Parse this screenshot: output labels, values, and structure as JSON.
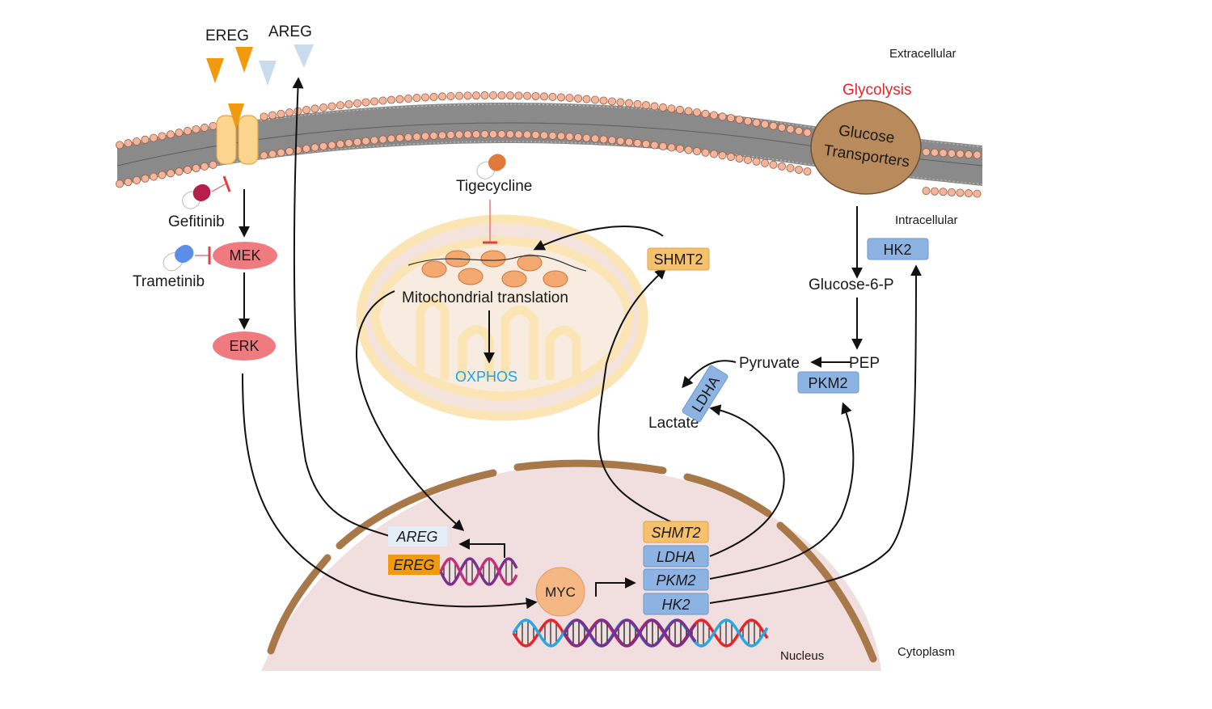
{
  "regions": {
    "extracellular": "Extracellular",
    "intracellular": "Intracellular",
    "cytoplasm": "Cytoplasm",
    "nucleus": "Nucleus"
  },
  "ligands": {
    "ereg": "EREG",
    "areg": "AREG"
  },
  "drugs": {
    "gefitinib": "Gefitinib",
    "trametinib": "Trametinib",
    "tigecycline": "Tigecycline"
  },
  "kinases": {
    "mek": "MEK",
    "erk": "ERK"
  },
  "mitochondrion": {
    "translation": "Mitochondrial translation",
    "oxphos": "OXPHOS"
  },
  "glycolysis": {
    "title": "Glycolysis",
    "transporter_line1": "Glucose",
    "transporter_line2": "Transporters",
    "hk2": "HK2",
    "g6p": "Glucose-6-P",
    "pyruvate": "Pyruvate",
    "pep": "PEP",
    "pkm2": "PKM2",
    "ldha": "LDHA",
    "lactate": "Lactate",
    "shmt2": "SHMT2"
  },
  "nucleus_genes": {
    "areg": "AREG",
    "ereg": "EREG",
    "myc": "MYC",
    "shmt2": "SHMT2",
    "ldha": "LDHA",
    "pkm2": "PKM2",
    "hk2": "HK2"
  },
  "colors": {
    "ereg_ligand": "#f29a0d",
    "areg_ligand": "#c8dcee",
    "kinase": "#ef7b80",
    "enzyme_blue": "#8db3e2",
    "shmt2_orange": "#f7c06b",
    "glycolysis_red": "#e8242a",
    "oxphos_blue": "#1aa3e8",
    "transporter_brown": "#b98a5b",
    "nucleus_fill": "#f1dede",
    "nucleus_edge": "#a87848"
  }
}
